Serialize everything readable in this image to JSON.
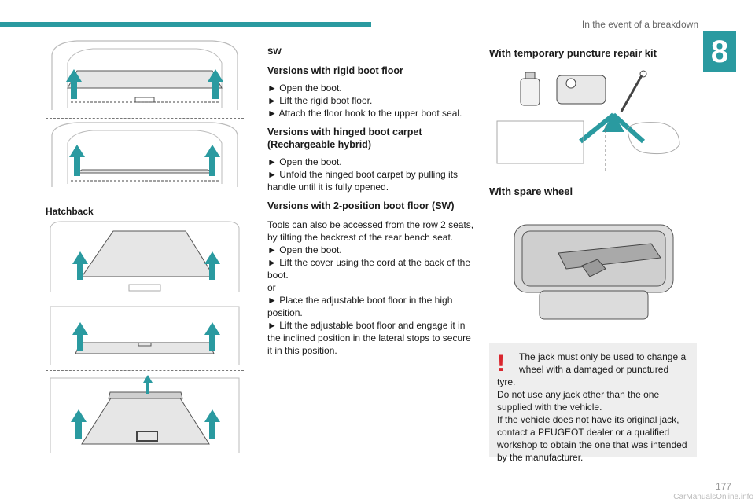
{
  "header": {
    "title": "In the event of a breakdown",
    "chapter": "8"
  },
  "left": {
    "hatchback_caption": "Hatchback"
  },
  "mid": {
    "sw_label": "SW",
    "h_rigid": "Versions with rigid boot floor",
    "rigid_1": "► Open the boot.",
    "rigid_2": "► Lift the rigid boot floor.",
    "rigid_3": "► Attach the floor hook to the upper boot seal.",
    "h_hinged": "Versions with hinged boot carpet (Rechargeable hybrid)",
    "hinged_1": "► Open the boot.",
    "hinged_2": "► Unfold the hinged boot carpet by pulling its handle until it is fully opened.",
    "h_2pos": "Versions with 2-position boot floor (SW)",
    "pos_1": "Tools can also be accessed from the row 2 seats, by tilting the backrest of the rear bench seat.",
    "pos_2": "► Open the boot.",
    "pos_3": "► Lift the cover using the cord at the back of the boot.",
    "pos_or": "or",
    "pos_4": "► Place the adjustable boot floor in the high position.",
    "pos_5": "► Lift the adjustable boot floor and engage it in the inclined position in the lateral stops to secure it in this position."
  },
  "right": {
    "h_kit": "With temporary puncture repair kit",
    "h_spare": "With spare wheel",
    "warn_1": "The jack must only be used to change a wheel with a damaged or punctured tyre.",
    "warn_2": "Do not use any jack other than the one supplied with the vehicle.",
    "warn_3": "If the vehicle does not have its original jack, contact a PEUGEOT dealer or a qualified workshop to obtain the one that was intended by the manufacturer."
  },
  "footer": {
    "page": "177",
    "site": "CarManualsOnline.info"
  },
  "colors": {
    "accent": "#2a9aa0",
    "warning": "#d9262e",
    "box": "#eeeeee"
  },
  "icons": {
    "warning": "exclamation-warning-icon",
    "arrow": "up-arrow-icon"
  }
}
